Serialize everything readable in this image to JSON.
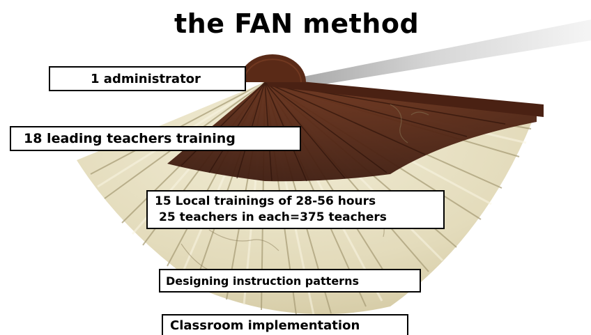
{
  "title": "the FAN method",
  "labels": {
    "administrator": "1 administrator",
    "leading_teachers": "18 leading teachers training",
    "local_trainings_line1": "15 Local trainings of 28-56 hours",
    "local_trainings_line2": "25 teachers in each=375 teachers",
    "designing": "Designing instruction patterns",
    "classroom": "Classroom implementation"
  },
  "colors": {
    "fan_dark_brown": "#5a2a17",
    "fan_paper": "#e8e2c6",
    "fan_fold_shadow": "#b9b08e",
    "handle_grey": "#d9d9d9"
  }
}
